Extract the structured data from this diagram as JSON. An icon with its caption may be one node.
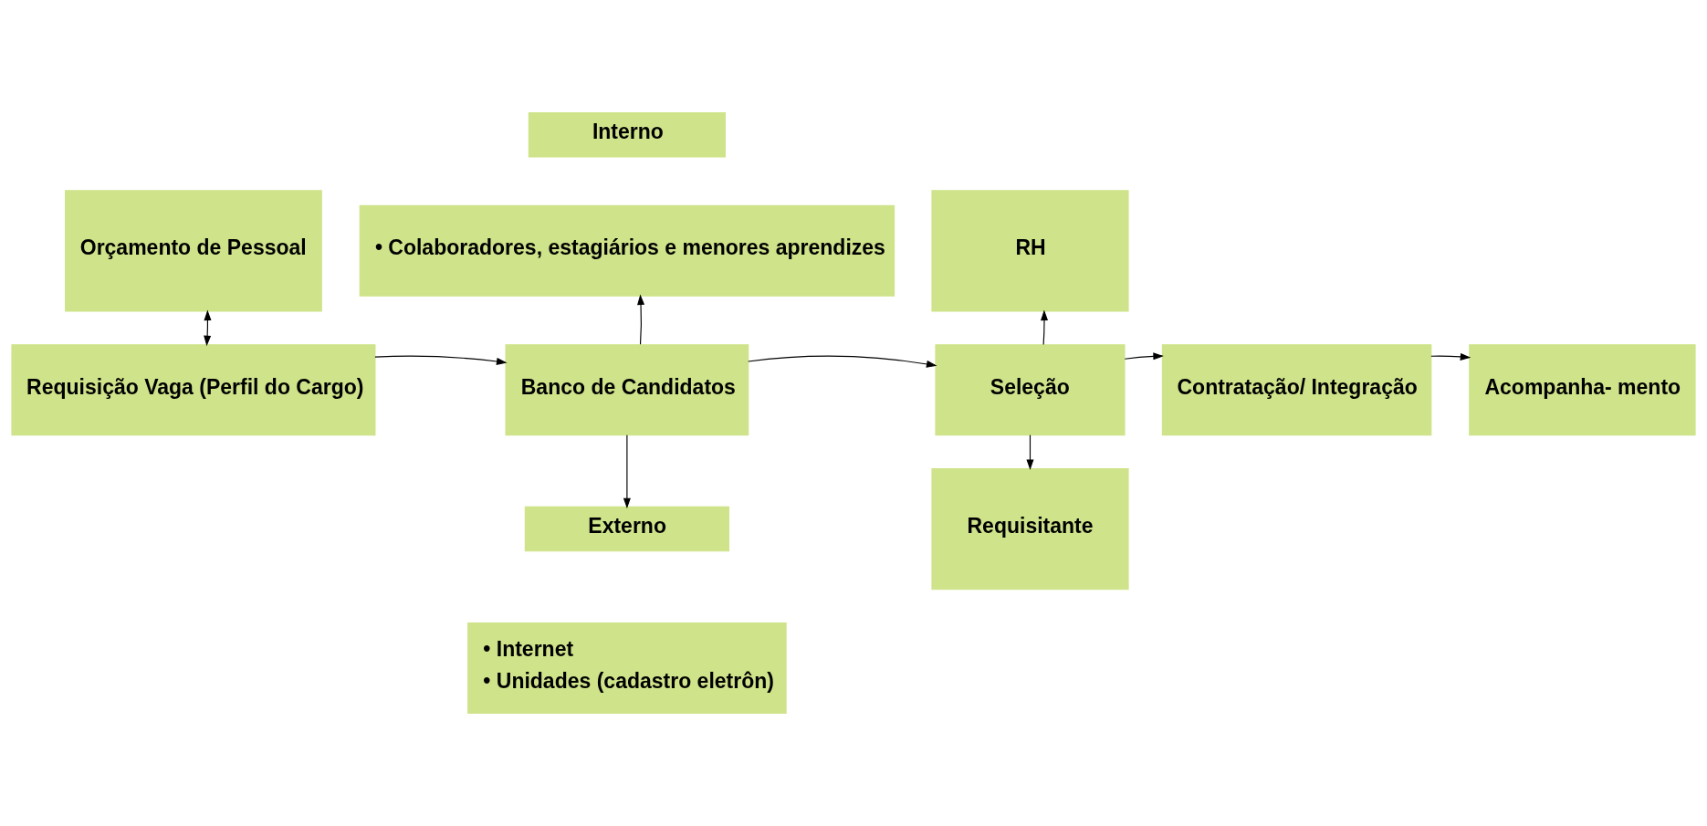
{
  "diagram": {
    "nodes": [
      {
        "text": [
          "Orçamento de Pessoal"
        ]
      },
      {
        "text": [
          "Interno"
        ]
      },
      {
        "text": [
          "• Colaboradores, estagiários e menores aprendizes"
        ]
      },
      {
        "text": [
          "RH"
        ]
      },
      {
        "text": [
          "Requisição Vaga (Perfil do Cargo)"
        ]
      },
      {
        "text": [
          "Banco de Candidatos"
        ]
      },
      {
        "text": [
          "Seleção"
        ]
      },
      {
        "text": [
          "Contratação/ Integração"
        ]
      },
      {
        "text": [
          "Acompanha- mento"
        ]
      },
      {
        "text": [
          "Externo"
        ]
      },
      {
        "text": [
          "• Internet",
          "• Unidades (cadastro eletrôn)"
        ]
      },
      {
        "text": [
          "Requisitante"
        ]
      }
    ],
    "edges": [
      {
        "from": 4,
        "to": 0,
        "arrow": "both"
      },
      {
        "from": 5,
        "to": 2,
        "arrow": "to"
      },
      {
        "from": 6,
        "to": 3,
        "arrow": "to"
      },
      {
        "from": 4,
        "to": 5,
        "arrow": "to"
      },
      {
        "from": 5,
        "to": 6,
        "arrow": "to"
      },
      {
        "from": 6,
        "to": 7,
        "arrow": "to"
      },
      {
        "from": 7,
        "to": 8,
        "arrow": "to"
      },
      {
        "from": 5,
        "to": 9,
        "arrow": "to"
      },
      {
        "from": 6,
        "to": 11,
        "arrow": "to"
      }
    ]
  }
}
